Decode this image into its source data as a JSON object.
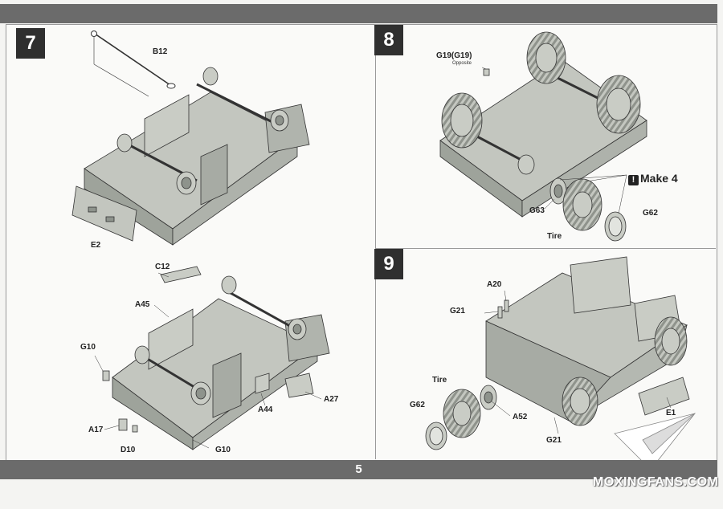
{
  "page_number": "5",
  "steps": [
    {
      "number": "7"
    },
    {
      "number": "8"
    },
    {
      "number": "9"
    }
  ],
  "step7_top_labels": {
    "b12": "B12",
    "e2": "E2"
  },
  "step7_bottom_labels": {
    "c12": "C12",
    "a45": "A45",
    "g10_left": "G10",
    "a44": "A44",
    "a27": "A27",
    "a17": "A17",
    "d10": "D10",
    "g10_bottom": "G10"
  },
  "step8_labels": {
    "g19": "G19(G19)",
    "opposite": "Opposite",
    "make4": "Make 4",
    "warning_mark": "!",
    "g63": "G63",
    "tire": "Tire",
    "g62": "G62"
  },
  "step9_labels": {
    "a20": "A20",
    "g21_top": "G21",
    "tire": "Tire",
    "g62": "G62",
    "a52": "A52",
    "g21_bottom": "G21",
    "e1": "E1"
  },
  "watermark": "MOXINGFANS.COM",
  "colors": {
    "part_fill": "#b9bdb6",
    "part_dark": "#8e938c",
    "outline": "#333333",
    "bar": "#6b6b6b",
    "step_badge": "#2f2f2f"
  }
}
